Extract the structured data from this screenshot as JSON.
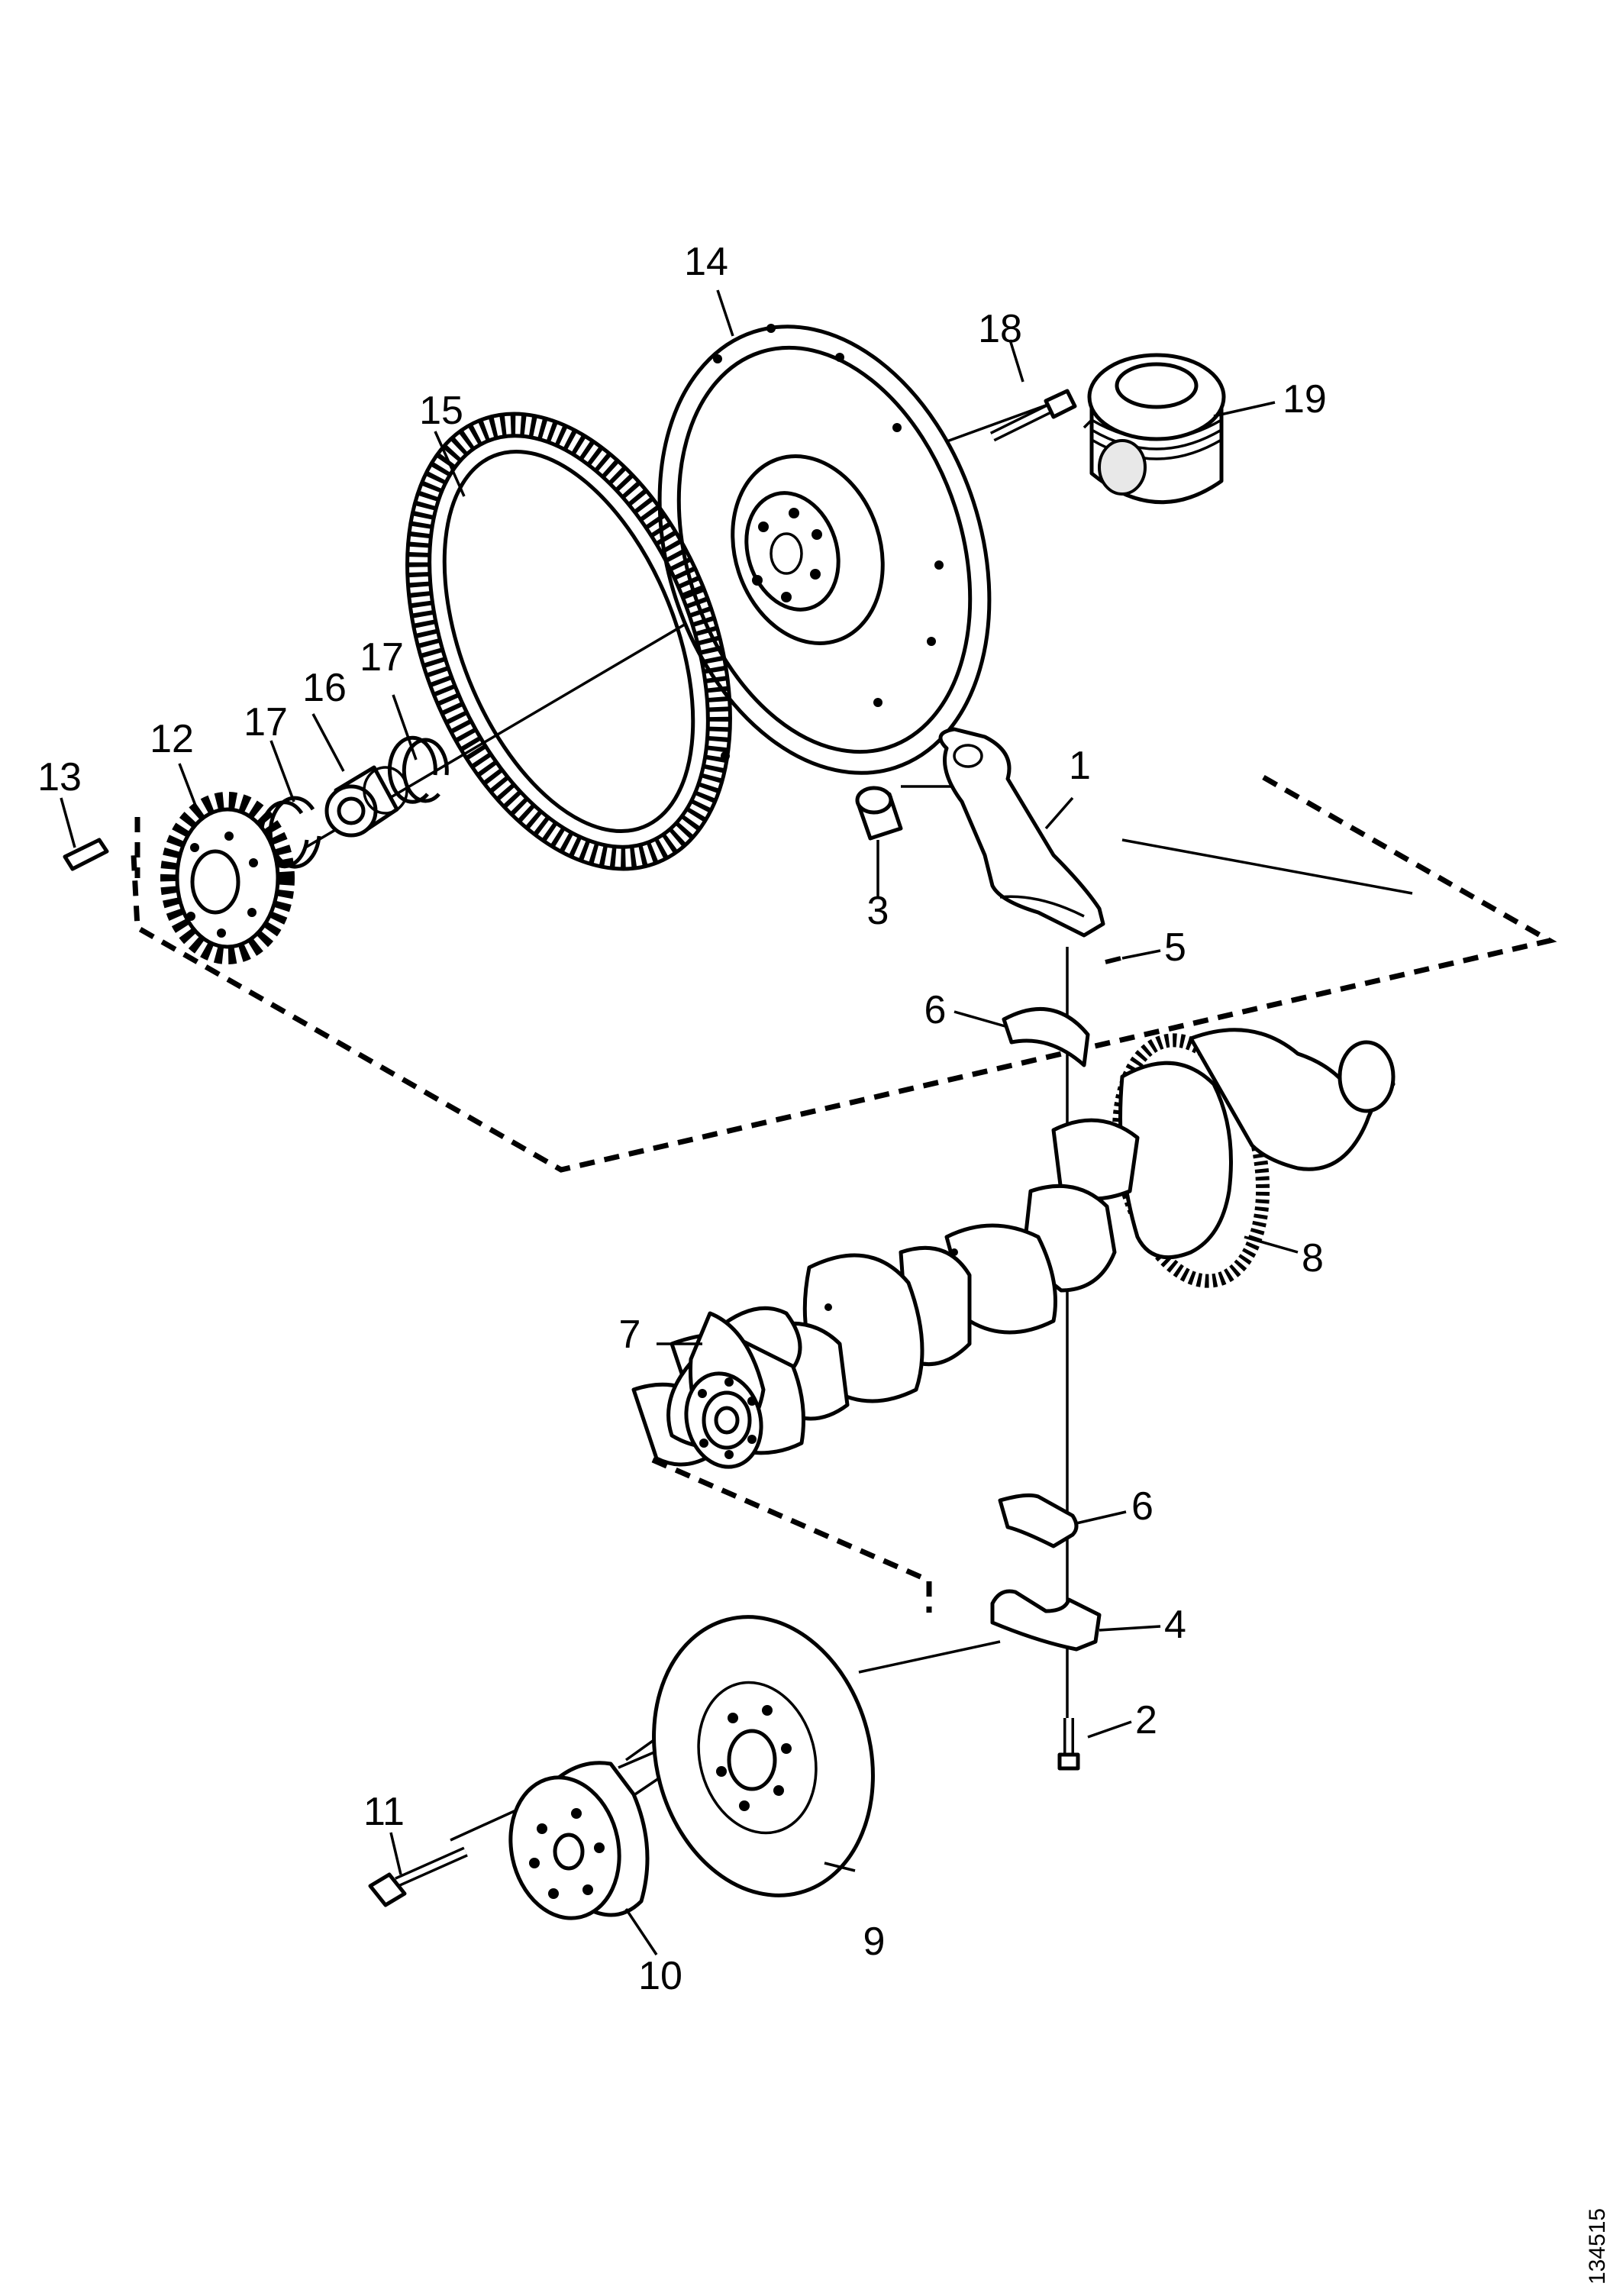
{
  "diagram": {
    "drawing_number": "134515",
    "callouts": [
      {
        "id": "c1",
        "label": "1"
      },
      {
        "id": "c2",
        "label": "2"
      },
      {
        "id": "c3",
        "label": "3"
      },
      {
        "id": "c4",
        "label": "4"
      },
      {
        "id": "c5",
        "label": "5"
      },
      {
        "id": "c6a",
        "label": "6"
      },
      {
        "id": "c6b",
        "label": "6"
      },
      {
        "id": "c7",
        "label": "7"
      },
      {
        "id": "c8",
        "label": "8"
      },
      {
        "id": "c9",
        "label": "9"
      },
      {
        "id": "c10",
        "label": "10"
      },
      {
        "id": "c11",
        "label": "11"
      },
      {
        "id": "c12",
        "label": "12"
      },
      {
        "id": "c13",
        "label": "13"
      },
      {
        "id": "c14",
        "label": "14"
      },
      {
        "id": "c15",
        "label": "15"
      },
      {
        "id": "c16",
        "label": "16"
      },
      {
        "id": "c17a",
        "label": "17"
      },
      {
        "id": "c17b",
        "label": "17"
      },
      {
        "id": "c18",
        "label": "18"
      },
      {
        "id": "c19",
        "label": "19"
      }
    ]
  }
}
